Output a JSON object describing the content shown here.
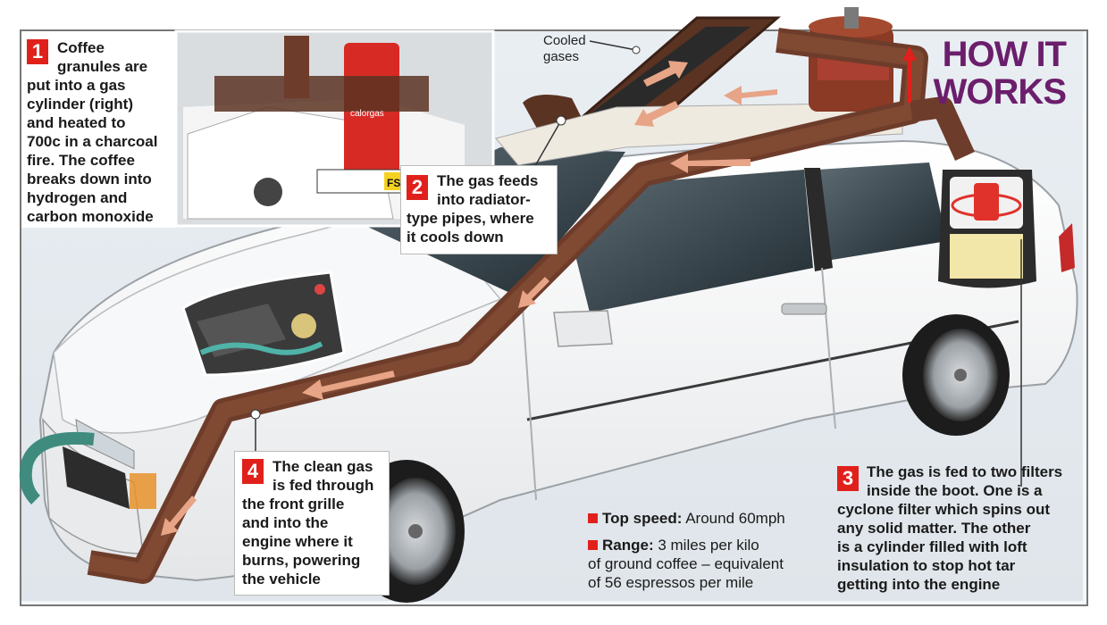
{
  "title_lines": [
    "HOW IT",
    "WORKS"
  ],
  "cooled_label_lines": [
    "Cooled",
    "gases"
  ],
  "steps": [
    {
      "number": "1",
      "lines": [
        "Coffee",
        "granules are",
        "put into a gas",
        "cylinder (right)",
        "and heated to",
        "700c in a charcoal",
        "fire. The coffee",
        "breaks down into",
        "hydrogen and",
        "carbon monoxide"
      ]
    },
    {
      "number": "2",
      "lines": [
        "The gas feeds",
        "into radiator-",
        "type pipes, where",
        "it cools down"
      ]
    },
    {
      "number": "3",
      "lines": [
        "The gas is fed to two filters",
        "inside the boot. One is a",
        "cyclone filter which spins out",
        "any solid matter. The other",
        "is a cylinder filled with loft",
        "insulation to stop hot tar",
        "getting into the engine"
      ]
    },
    {
      "number": "4",
      "lines": [
        "The clean gas",
        "is fed through",
        "the front grille",
        "and into the",
        "engine where it",
        "burns, powering",
        "the vehicle"
      ]
    }
  ],
  "stats": {
    "top_speed_label": "Top speed:",
    "top_speed_value": " Around 60mph",
    "range_label": "Range:",
    "range_line1": " 3 miles per kilo",
    "range_line2": "of ground coffee – equivalent",
    "range_line3": "of 56 espressos per mile"
  },
  "inset_plate": "FS",
  "canister_brand": "calorgas",
  "colors": {
    "title": "#6b1e6b",
    "badge": "#e0211b",
    "pipe": "#6e3c2a",
    "arrow": "#e7a486"
  },
  "icons": [
    "car-photo",
    "gas-cylinder",
    "filter-cutaway",
    "engine-bay",
    "flow-arrow"
  ]
}
